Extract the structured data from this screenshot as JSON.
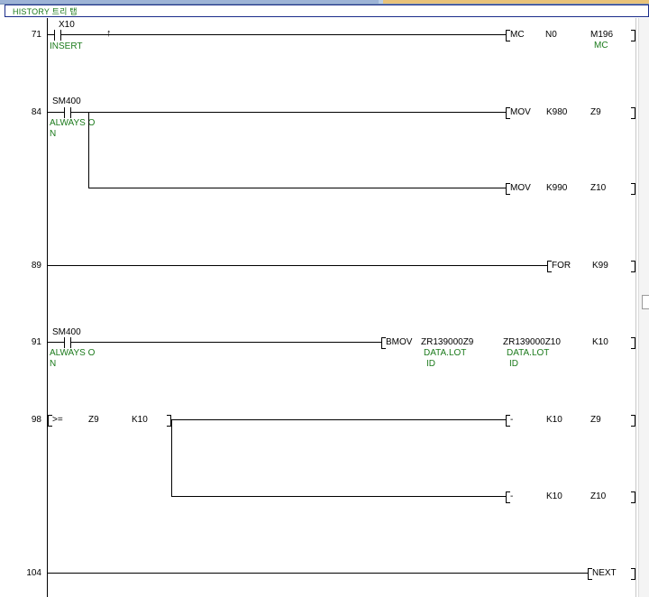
{
  "header": {
    "title": "HISTORY 트리 탭"
  },
  "rungs": [
    {
      "step": "71",
      "contact": {
        "device": "X10",
        "comment": "INSERT",
        "rising_edge": true
      },
      "instructions": [
        {
          "op": "MC",
          "args": [
            "N0",
            "M196"
          ],
          "comments": [
            "",
            "MC"
          ]
        }
      ]
    },
    {
      "step": "84",
      "contact": {
        "device": "SM400",
        "comment_line1": "ALWAYS O",
        "comment_line2": "N"
      },
      "instructions": [
        {
          "op": "MOV",
          "args": [
            "K980",
            "Z9"
          ]
        },
        {
          "op": "MOV",
          "args": [
            "K990",
            "Z10"
          ]
        }
      ]
    },
    {
      "step": "89",
      "instructions": [
        {
          "op": "FOR",
          "args": [
            "K99"
          ]
        }
      ]
    },
    {
      "step": "91",
      "contact": {
        "device": "SM400",
        "comment_line1": "ALWAYS O",
        "comment_line2": "N"
      },
      "instructions": [
        {
          "op": "BMOV",
          "args": [
            "ZR139000Z9",
            "ZR139000Z10",
            "K10"
          ],
          "arg_comments": [
            [
              "DATA.LOT",
              "ID"
            ],
            [
              "DATA.LOT",
              "ID"
            ]
          ]
        }
      ]
    },
    {
      "step": "98",
      "compare": {
        "op": ">=",
        "s1": "Z9",
        "s2": "K10"
      },
      "instructions": [
        {
          "op": "-",
          "args": [
            "K10",
            "Z9"
          ]
        },
        {
          "op": "-",
          "args": [
            "K10",
            "Z10"
          ]
        }
      ]
    },
    {
      "step": "104",
      "instructions": [
        {
          "op": "NEXT",
          "args": []
        }
      ]
    }
  ]
}
